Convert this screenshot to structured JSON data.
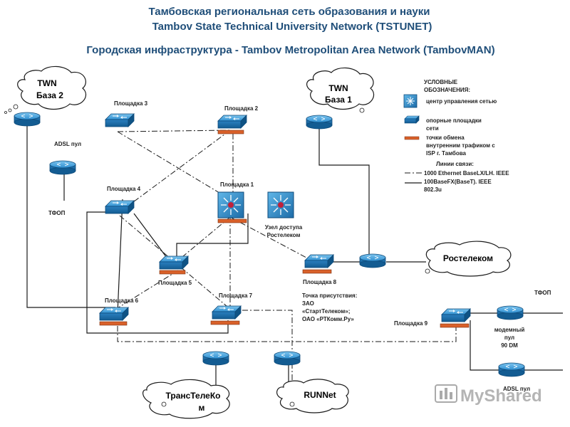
{
  "title_ru": "Тамбовская региональная сеть образования и науки",
  "title_en": "Tambov State Technical University Network (TSTUNET)",
  "subtitle": "Городская инфраструктура - Tambov Metropolitan Area Network (TambovMAN)",
  "clouds": {
    "twn2_line1": "TWN",
    "twn2_line2": "База 2",
    "twn1_line1": "TWN",
    "twn1_line2": "База 1",
    "rostelecom": "Ростелеком",
    "transtelecom_line1": "ТрансТелеКо",
    "transtelecom_line2": "м",
    "runnet": "RUNNet"
  },
  "labels": {
    "site3": "Площадка 3",
    "site2": "Площадка 2",
    "site1": "Площадка 1",
    "site4": "Площадка 4",
    "site5": "Площадка 5",
    "site6": "Площадка 6",
    "site7": "Площадка 7",
    "site8": "Площадка 8",
    "site9": "Площадка 9",
    "adsl_pool": "ADSL пул",
    "adsl_pool_2": "ADSL пул",
    "tfop_left": "ТФОП",
    "tfop_right": "ТФОП",
    "access_node_line1": "Узел доступа",
    "access_node_line2": "Ростелеком",
    "presence_line1": "Точка присутствия:",
    "presence_line2": "ЗАО",
    "presence_line3": "«СтартТелеком»;",
    "presence_line4": "ОАО «РТКомм.Ру»",
    "modem_line1": "модемный",
    "modem_line2": "пул",
    "modem_line3": "90 DM"
  },
  "legend": {
    "title_line1": "УСЛОВНЫЕ",
    "title_line2": "ОБОЗНАЧЕНИЯ:",
    "center_label": "центр управления сетью",
    "sites_line1": "опорные площадки",
    "sites_line2": "сети",
    "exchange_line1": "точки обмена",
    "exchange_line2": "внутренним трафиком с",
    "exchange_line3": "ISP г. Тамбова",
    "links_title": "Линии связи:",
    "link1": "1000 Ethernet BaseLX/LH. IEEE",
    "link2_line1": "100BaseFX(BaseT). IEEE",
    "link2_line2": "802.3u"
  },
  "watermark": "MyShared",
  "colors": {
    "title": "#1f4e79",
    "device_top": "#4aa3d8",
    "device_side": "#1e6aa3",
    "router_body": "#2f8fd0",
    "exchange_bar": "#d9612a",
    "hub_center": "#c0213a"
  }
}
